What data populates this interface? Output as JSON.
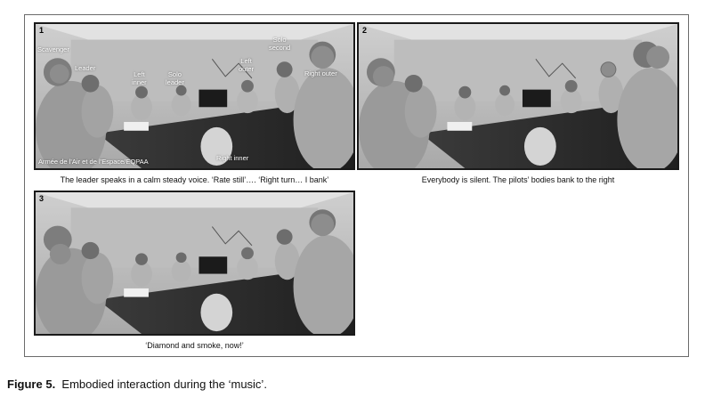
{
  "figure": {
    "number_label": "Figure 5.",
    "caption_text": "Embodied interaction during the ‘music’."
  },
  "panels": [
    {
      "number": "1",
      "caption": "The leader speaks in a calm steady voice. ‘Rate still’…. ‘Right turn… I bank’",
      "credit": "Armée de l’Air et de l’Espace/EQPAA",
      "labels": {
        "scavenger": "Scavenger",
        "leader": "Leader",
        "left_inner": "Left\ninner",
        "solo_leader": "Solo\nleader",
        "left_outer": "Left\nouter",
        "solo_second": "Solo\nsecond",
        "right_outer": "Right outer",
        "right_inner": "Right inner"
      }
    },
    {
      "number": "2",
      "caption": "Everybody is silent. The pilots’ bodies bank to the right"
    },
    {
      "number": "3",
      "caption": "‘Diamond  and smoke, now!’"
    }
  ]
}
